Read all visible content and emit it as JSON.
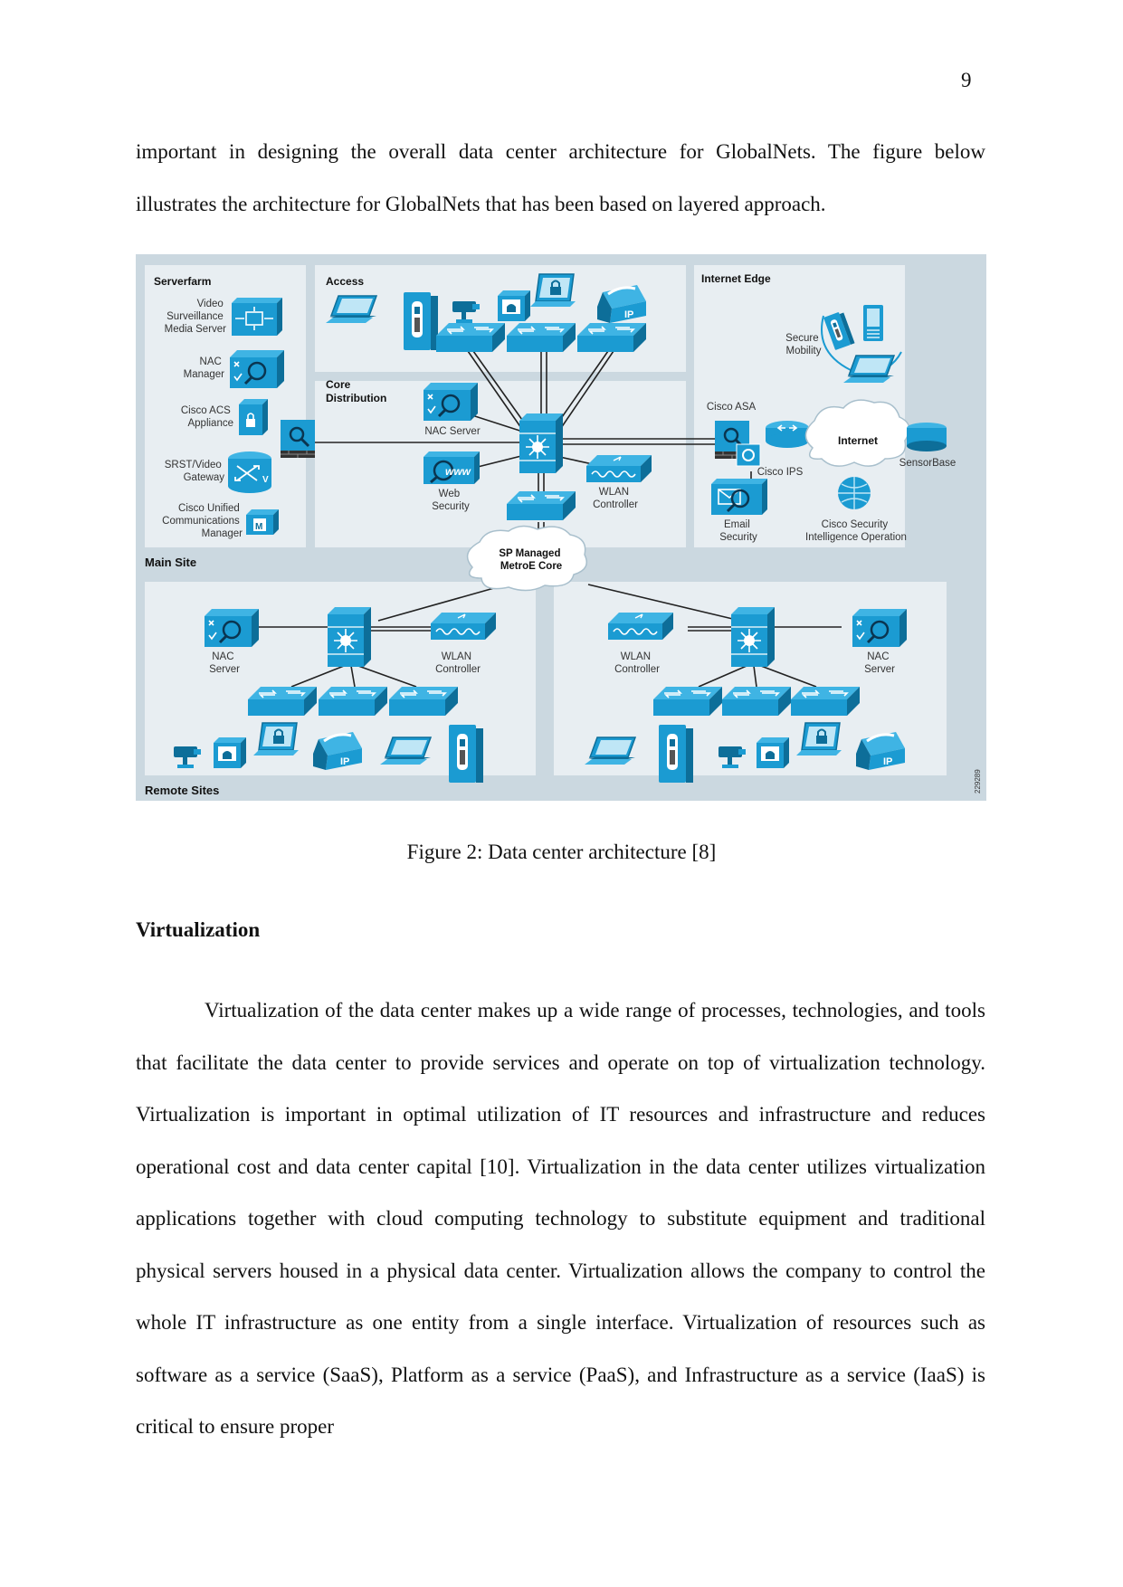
{
  "page_number": "9",
  "paragraph_1": "important in designing the overall data center architecture for GlobalNets. The figure below illustrates the architecture for GlobalNets that has been based on layered approach.",
  "figure": {
    "caption": "Figure 2: Data center architecture [8]",
    "code": "229289",
    "sections": {
      "serverfarm": "Serverfarm",
      "access": "Access",
      "core": [
        "Core",
        "Distribution"
      ],
      "internet_edge": "Internet Edge",
      "main_site": "Main Site",
      "remote_sites": "Remote Sites"
    },
    "serverfarm_items": {
      "video": [
        "Video",
        "Surveillance",
        "Media Server"
      ],
      "nac_manager": [
        "NAC",
        "Manager"
      ],
      "acs": [
        "Cisco ACS",
        "Appliance"
      ],
      "srst": [
        "SRST/Video",
        "Gateway"
      ],
      "ucm": [
        "Cisco Unified",
        "Communications",
        "Manager"
      ]
    },
    "core_items": {
      "nac_server": "NAC Server",
      "web_security": [
        "Web",
        "Security"
      ],
      "wlan": [
        "WLAN",
        "Controller"
      ]
    },
    "edge_items": {
      "secure_mobility": [
        "Secure",
        "Mobility"
      ],
      "cisco_asa": "Cisco ASA",
      "internet": "Internet",
      "sensorbase": "SensorBase",
      "cisco_ips": "Cisco IPS",
      "email_security": [
        "Email",
        "Security"
      ],
      "csio": [
        "Cisco Security",
        "Intelligence Operation"
      ]
    },
    "sp_core": [
      "SP Managed",
      "MetroE Core"
    ],
    "remote_left": {
      "nac": [
        "NAC",
        "Server"
      ],
      "wlan": [
        "WLAN",
        "Controller"
      ]
    },
    "remote_right": {
      "wlan": [
        "WLAN",
        "Controller"
      ],
      "nac": [
        "NAC",
        "Server"
      ]
    },
    "icon_labels": {
      "ip": "IP",
      "www": "www",
      "m": "M",
      "v": "V"
    }
  },
  "heading": "Virtualization",
  "paragraph_2": "Virtualization of the data center makes up a wide range of processes, technologies, and tools that facilitate the data center to provide services and operate on top of virtualization technology. Virtualization is important in optimal utilization of IT resources and infrastructure and reduces operational cost and data center capital [10]. Virtualization in the data center utilizes virtualization applications together with cloud computing technology to substitute equipment and traditional physical servers housed in a physical data center. Virtualization allows the company to control the whole IT infrastructure as one entity from a single interface. Virtualization of resources such as software as a service (SaaS), Platform as a service (PaaS), and Infrastructure as a service (IaaS) is critical to ensure proper",
  "colors": {
    "icon_blue": "#1b9bd2",
    "icon_dark": "#0d6e99",
    "panel_bg": "#e8eef2",
    "band_bg": "#cbd8e0"
  }
}
